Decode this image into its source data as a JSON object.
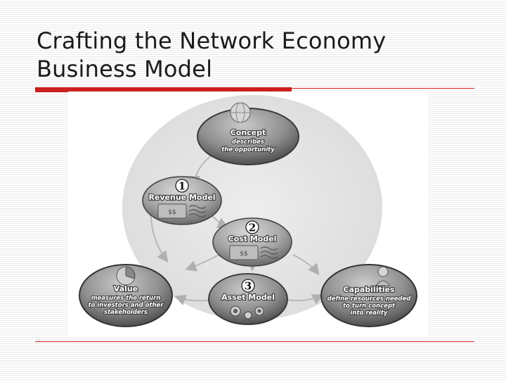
{
  "slide": {
    "title_line1": "Crafting the Network Economy",
    "title_line2": "Business Model",
    "accent_color": "#cc1f1f"
  },
  "diagram": {
    "concept": {
      "title": "Concept",
      "desc_line1": "describes",
      "desc_line2": "the opportunity",
      "icon": "globe-icon"
    },
    "revenue": {
      "number": "1",
      "title": "Revenue Model",
      "icon": "money-icon"
    },
    "cost": {
      "number": "2",
      "title": "Cost Model",
      "icon": "money-icon"
    },
    "asset": {
      "number": "3",
      "title": "Asset Model",
      "icon": "gears-icon"
    },
    "value": {
      "title": "Value",
      "desc_line1": "measures the return",
      "desc_line2": "to investors and other",
      "desc_line3": "stakeholders",
      "icon": "pie-chart-icon"
    },
    "capabilities": {
      "title": "Capabilities",
      "desc_line1": "define resources needed",
      "desc_line2": "to turn concept",
      "desc_line3": "into reality",
      "icon": "person-icon"
    }
  }
}
